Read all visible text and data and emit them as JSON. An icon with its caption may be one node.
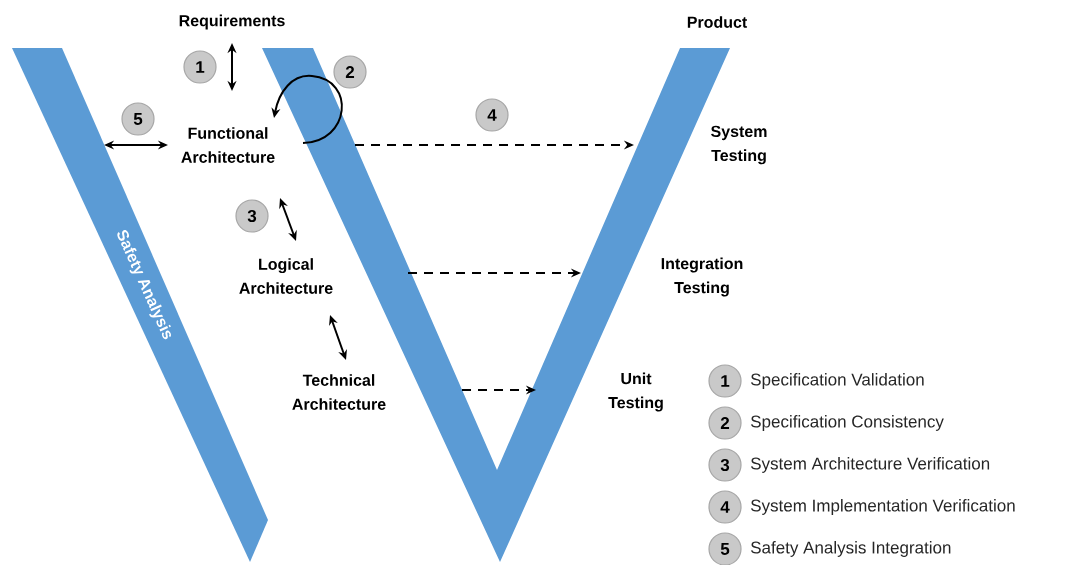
{
  "diagram": {
    "nodes": [
      {
        "text": [
          "Requirements"
        ]
      },
      {
        "text": [
          "Product"
        ]
      },
      {
        "text": [
          "Safety Analysis"
        ]
      },
      {
        "text": [],
        "shape": "band"
      },
      {
        "text": [
          "Functional Architecture"
        ]
      },
      {
        "text": [
          "System Testing"
        ]
      },
      {
        "text": [
          "Logical Architecture"
        ]
      },
      {
        "text": [
          "Integration Testing"
        ]
      },
      {
        "text": [
          "Technical Architecture"
        ]
      },
      {
        "text": [
          "Unit Testing"
        ]
      }
    ],
    "edges": [
      {
        "from": 0,
        "to": 4,
        "arrow": "both",
        "label": "1"
      },
      {
        "from": 3,
        "to": 4,
        "arrow": "to",
        "label": "2"
      },
      {
        "from": 3,
        "to": 3,
        "arrow": "to",
        "style": "dashed",
        "label": "4"
      },
      {
        "from": 2,
        "to": 4,
        "arrow": "both",
        "label": "5"
      },
      {
        "from": 4,
        "to": 6,
        "arrow": "both",
        "label": "3"
      },
      {
        "from": 3,
        "to": 3,
        "arrow": "to",
        "style": "dashed"
      },
      {
        "from": 6,
        "to": 8,
        "arrow": "both"
      },
      {
        "from": 3,
        "to": 3,
        "arrow": "to",
        "style": "dashed"
      }
    ],
    "labels": [
      "1",
      "2",
      "3",
      "4",
      "5"
    ],
    "legend": [
      {
        "text": "Specification Validation"
      },
      {
        "text": "Specification Consistency"
      },
      {
        "text": "System Architecture Verification"
      },
      {
        "text": "System Implementation Verification"
      },
      {
        "text": "Safety Analysis Integration"
      }
    ]
  }
}
